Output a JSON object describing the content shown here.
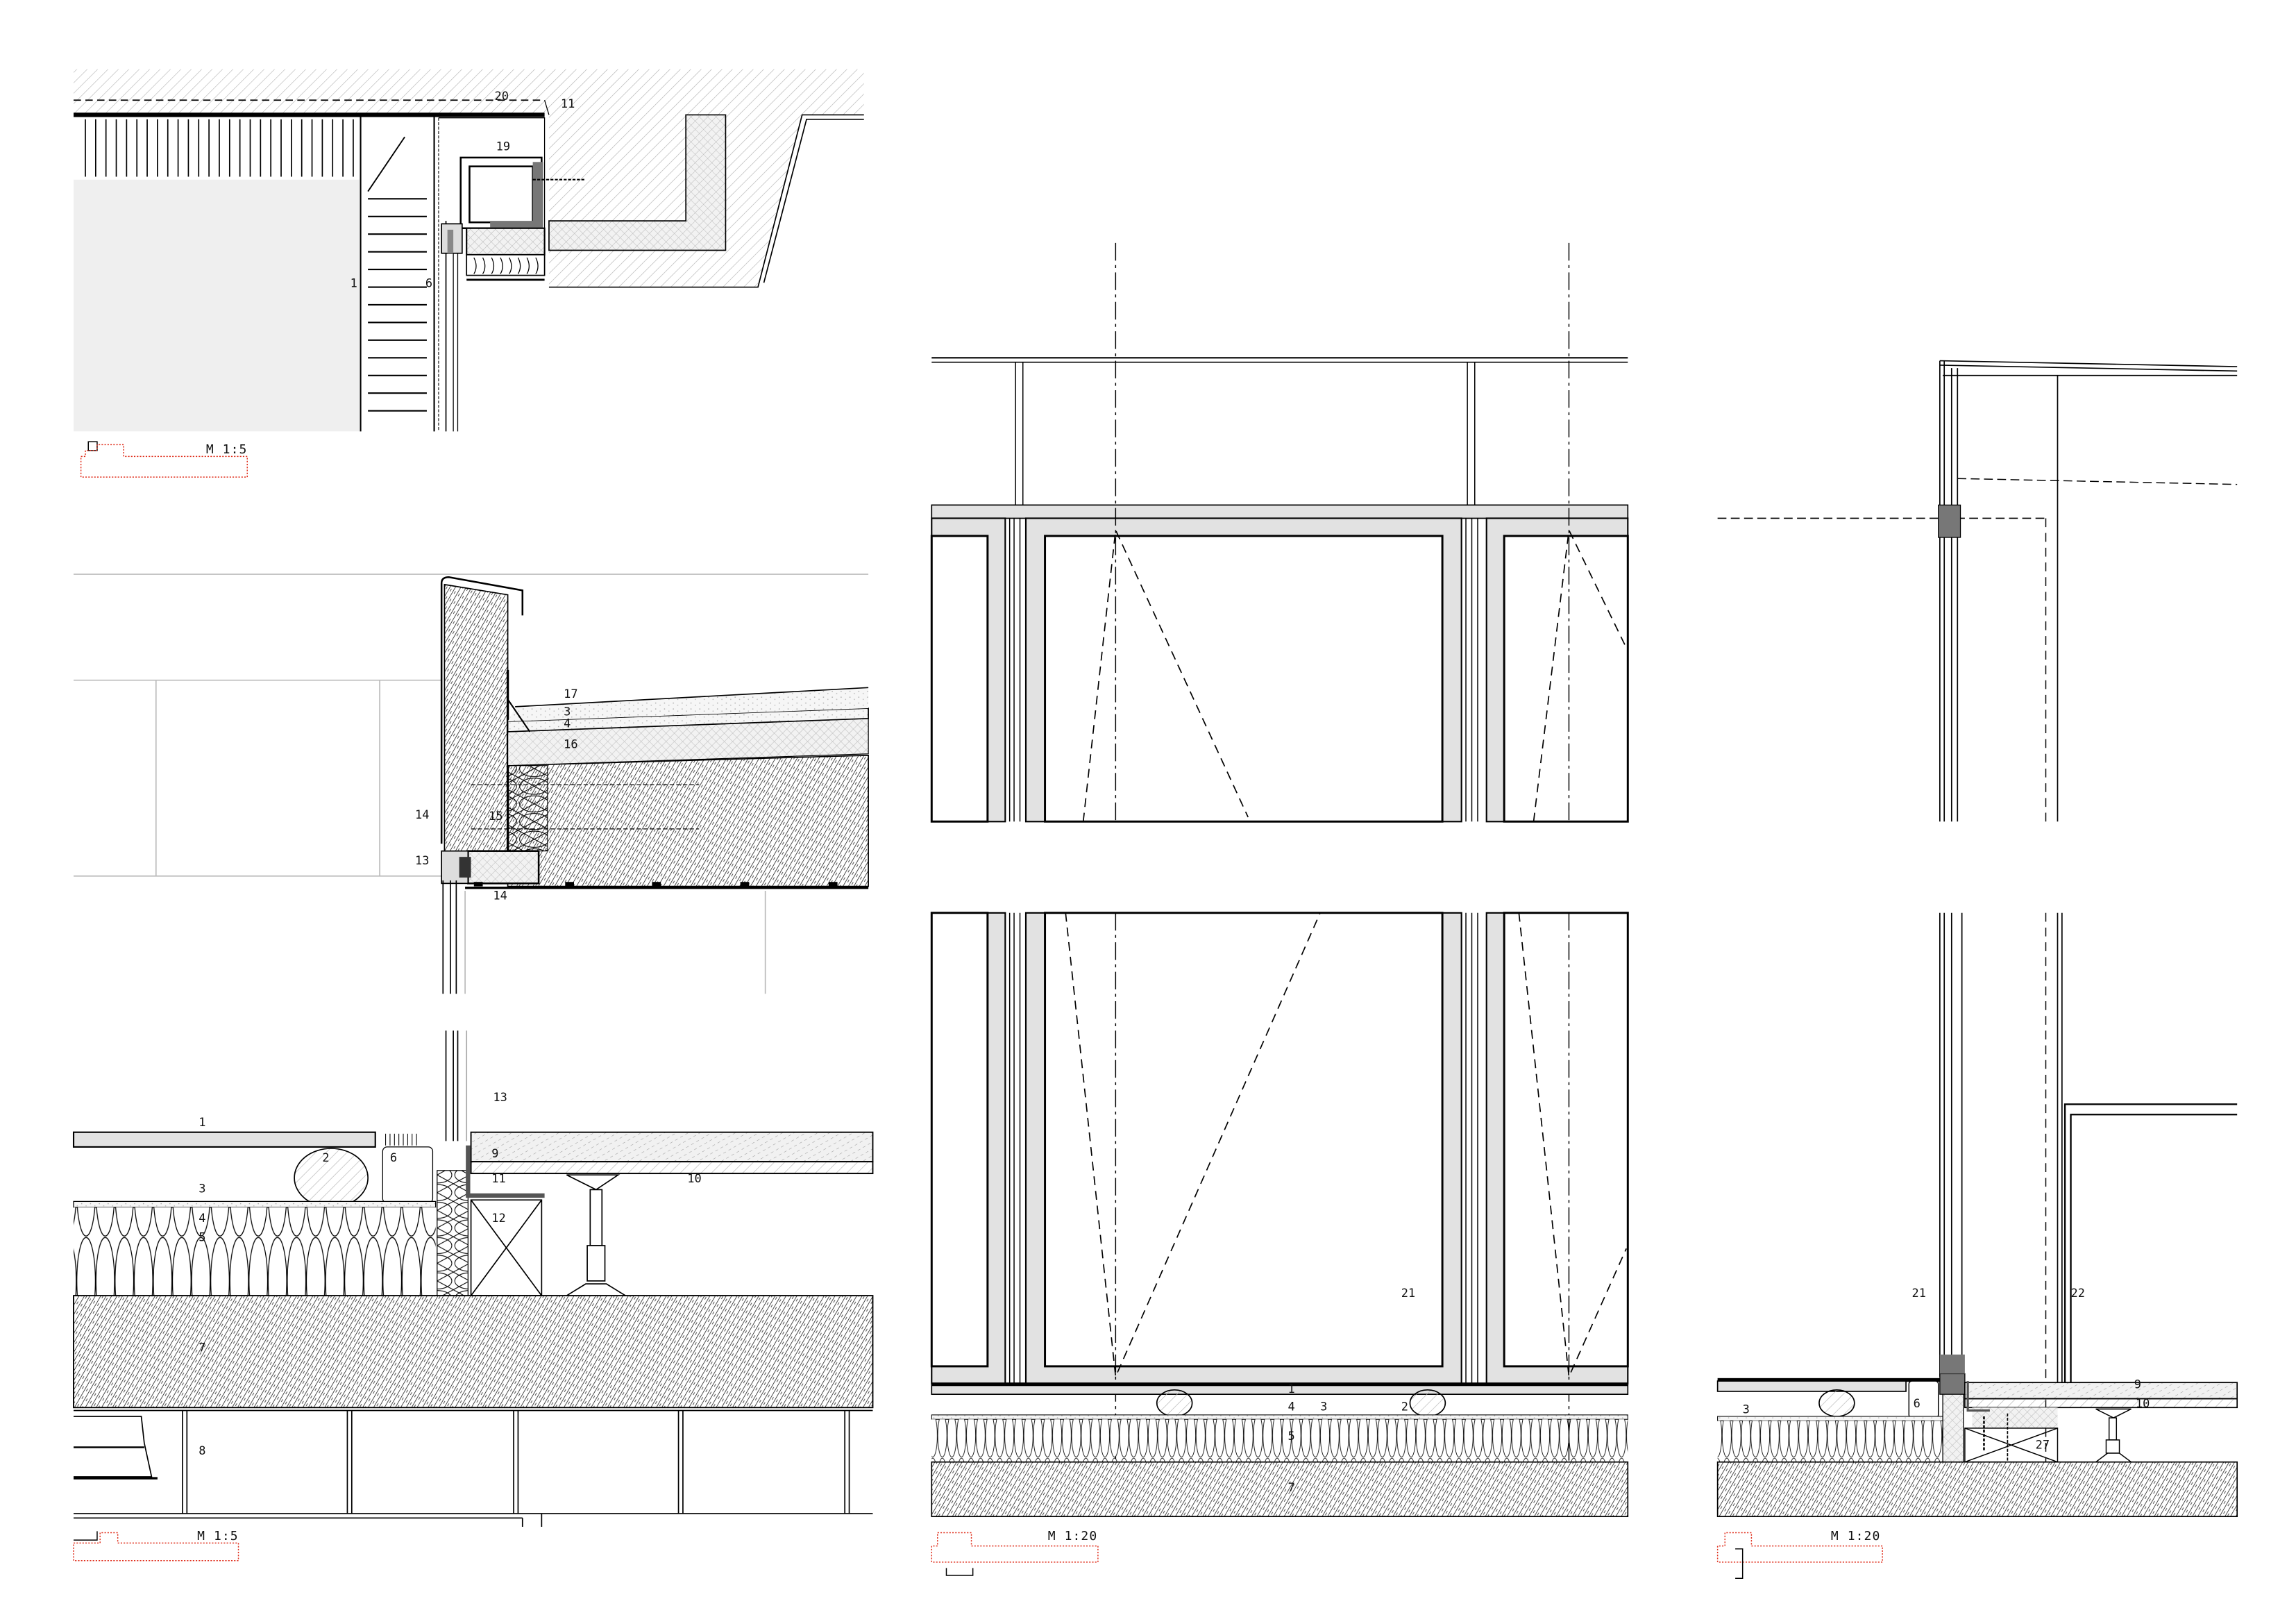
{
  "drawing": {
    "panels": [
      {
        "id": "head-detail",
        "scale": "M 1:5",
        "callouts": [
          "20",
          "11",
          "19",
          "1",
          "6"
        ]
      },
      {
        "id": "parapet-detail",
        "callouts": [
          "17",
          "3",
          "4",
          "16",
          "14",
          "15",
          "13",
          "14"
        ]
      },
      {
        "id": "floor-threshold-detail",
        "scale": "M 1:5",
        "callouts": [
          "13",
          "1",
          "2",
          "6",
          "3",
          "4",
          "5",
          "9",
          "10",
          "11",
          "12",
          "7",
          "8"
        ]
      },
      {
        "id": "elevation",
        "scale": "M 1:20",
        "callouts": [
          "21",
          "1",
          "4",
          "3",
          "2",
          "5",
          "7"
        ]
      },
      {
        "id": "section",
        "scale": "M 1:20",
        "callouts": [
          "21",
          "22",
          "3",
          "6",
          "9",
          "10",
          "27"
        ]
      }
    ],
    "colors": {
      "line": "#000000",
      "fill_gray": "#e2e2e2",
      "key_plan": "#e0301e"
    }
  }
}
